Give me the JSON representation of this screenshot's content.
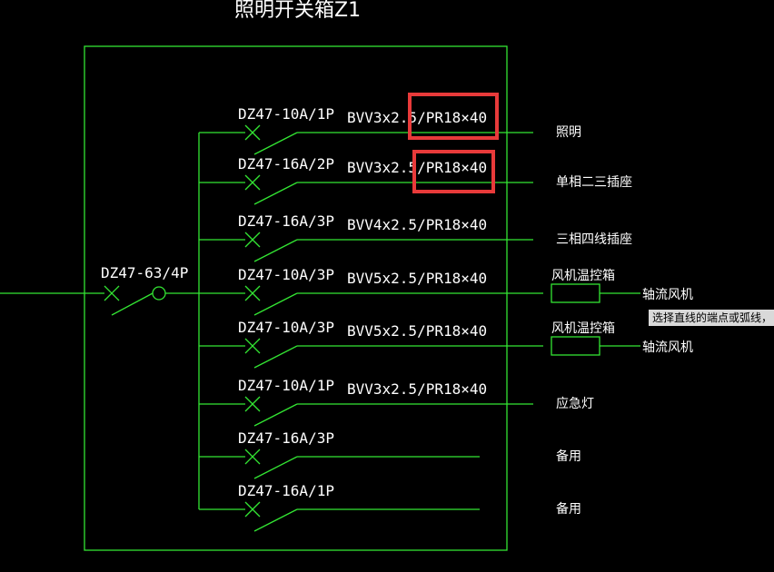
{
  "title": "照明开关箱Z1",
  "main_breaker": {
    "label": "DZ47-63/4P"
  },
  "circuits": [
    {
      "breaker": "DZ47-10A/1P",
      "cable": "BVV3x2.5/PR18×40",
      "load": "照明",
      "device": "",
      "device_load": ""
    },
    {
      "breaker": "DZ47-16A/2P",
      "cable": "BVV3x2.5/PR18×40",
      "load": "单相二三插座",
      "device": "",
      "device_load": ""
    },
    {
      "breaker": "DZ47-16A/3P",
      "cable": "BVV4x2.5/PR18×40",
      "load": "三相四线插座",
      "device": "",
      "device_load": ""
    },
    {
      "breaker": "DZ47-10A/3P",
      "cable": "BVV5x2.5/PR18×40",
      "load": "",
      "device": "风机温控箱",
      "device_load": "轴流风机"
    },
    {
      "breaker": "DZ47-10A/3P",
      "cable": "BVV5x2.5/PR18×40",
      "load": "",
      "device": "风机温控箱",
      "device_load": "轴流风机"
    },
    {
      "breaker": "DZ47-10A/1P",
      "cable": "BVV3x2.5/PR18×40",
      "load": "应急灯",
      "device": "",
      "device_load": ""
    },
    {
      "breaker": "DZ47-16A/3P",
      "cable": "",
      "load": "备用",
      "device": "",
      "device_load": ""
    },
    {
      "breaker": "DZ47-16A/1P",
      "cable": "",
      "load": "备用",
      "device": "",
      "device_load": ""
    }
  ],
  "tooltip": "选择直线的端点或弧线，",
  "colors": {
    "background": "#000000",
    "line": "#33e533",
    "text": "#ffffff",
    "highlight": "#e83a3a",
    "tooltip_bg": "#d9d9d9"
  }
}
